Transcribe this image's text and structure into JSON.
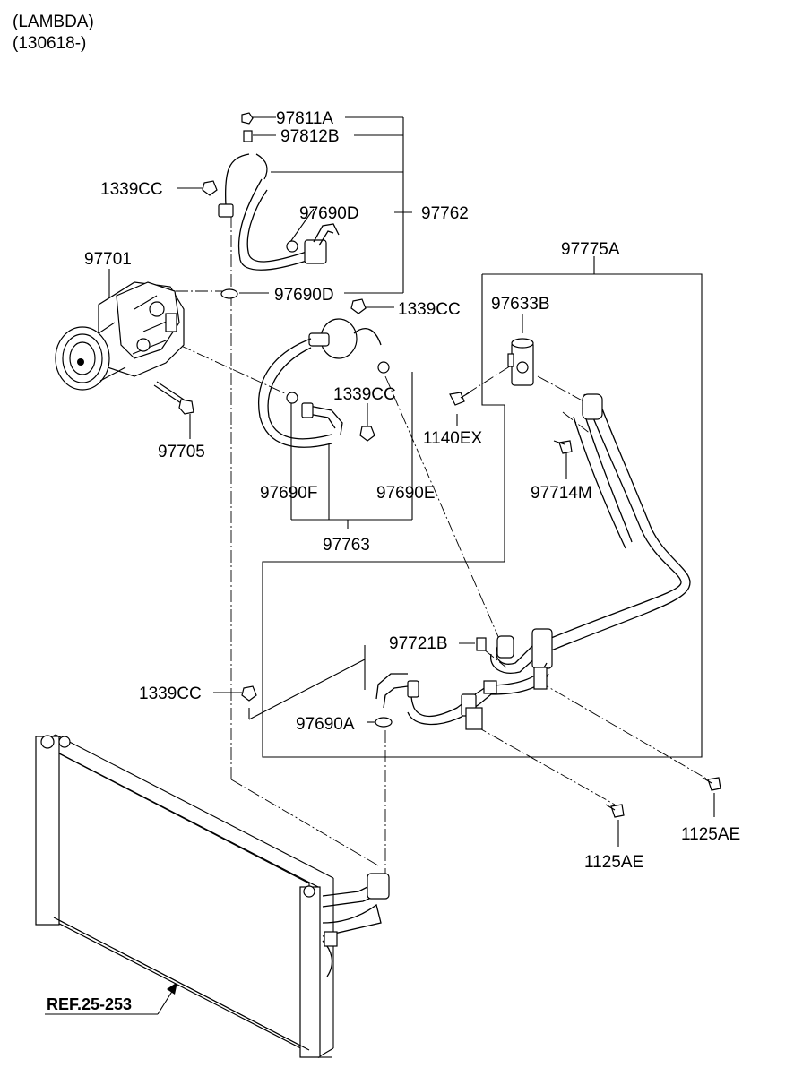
{
  "header": {
    "model": "(LAMBDA)",
    "date_range": "(130618-)"
  },
  "labels": {
    "p97811A": "97811A",
    "p97812B": "97812B",
    "p1339CC_a": "1339CC",
    "p97690D_a": "97690D",
    "p97762": "97762",
    "p97701": "97701",
    "p97690D_b": "97690D",
    "p1339CC_b": "1339CC",
    "p97775A": "97775A",
    "p97633B": "97633B",
    "p1339CC_c": "1339CC",
    "p1140EX": "1140EX",
    "p97705": "97705",
    "p97714M": "97714M",
    "p97690F": "97690F",
    "p97690E": "97690E",
    "p97763": "97763",
    "p97721B": "97721B",
    "p1339CC_d": "1339CC",
    "p97690A": "97690A",
    "p1125AE_a": "1125AE",
    "p1125AE_b": "1125AE"
  },
  "reference": "REF.25-253"
}
